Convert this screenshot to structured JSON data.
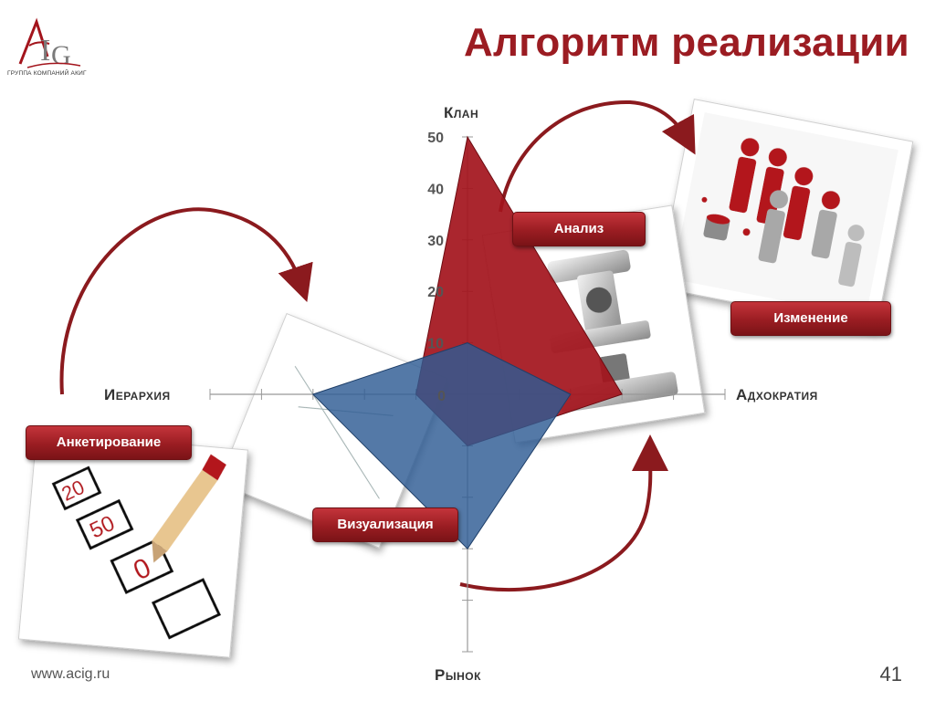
{
  "brand": {
    "logo_text": "ACIG",
    "logo_sub": "ГРУППА КОМПАНИЙ АКИГ"
  },
  "title": "Алгоритм реализации",
  "steps": {
    "analiz": "Анализ",
    "izmenenie": "Изменение",
    "anketirovanie": "Анкетирование",
    "vizualizaciya": "Визуализация"
  },
  "axes": {
    "top": "Клан",
    "left": "Иерархия",
    "right": "Адхократия",
    "bottom": "Рынок"
  },
  "footer": {
    "url": "www.acig.ru",
    "page": "41"
  },
  "colors": {
    "accent": "#9b1c22",
    "red_series": "#a3141c",
    "blue_series": "#2e5c94"
  },
  "chart_data": {
    "type": "radar",
    "axes": [
      "Клан",
      "Адхократия",
      "Рынок",
      "Иерархия"
    ],
    "ticks": [
      0,
      10,
      20,
      30,
      40,
      50
    ],
    "range": [
      0,
      50
    ],
    "series": [
      {
        "values": [
          50,
          30,
          10,
          10
        ],
        "color": "#a3141c"
      },
      {
        "values": [
          10,
          20,
          30,
          30
        ],
        "color": "#2e5c94"
      }
    ]
  }
}
